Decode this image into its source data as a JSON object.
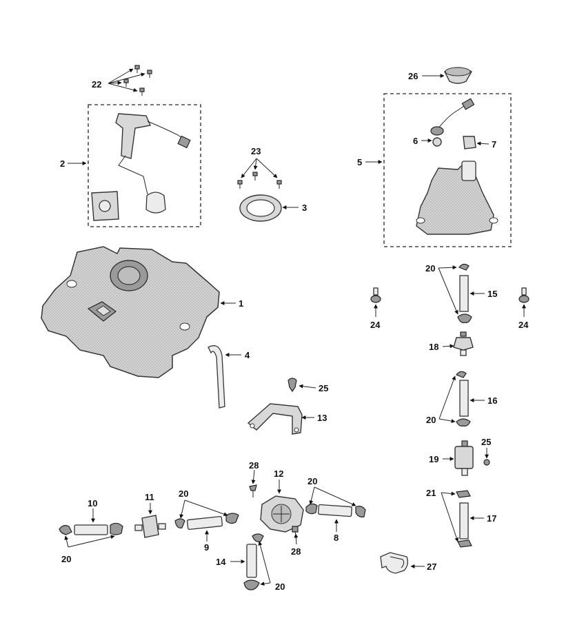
{
  "callouts": {
    "c1": "1",
    "c2": "2",
    "c3": "3",
    "c4": "4",
    "c5": "5",
    "c6": "6",
    "c7": "7",
    "c8": "8",
    "c9": "9",
    "c10": "10",
    "c11": "11",
    "c12": "12",
    "c13": "13",
    "c14": "14",
    "c15": "15",
    "c16": "16",
    "c17": "17",
    "c18": "18",
    "c19": "19",
    "c20a": "20",
    "c20b": "20",
    "c20c": "20",
    "c20d": "20",
    "c20e": "20",
    "c20f": "20",
    "c21": "21",
    "c22": "22",
    "c23": "23",
    "c24a": "24",
    "c24b": "24",
    "c25a": "25",
    "c25b": "25",
    "c26": "26",
    "c27": "27",
    "c28a": "28",
    "c28b": "28"
  },
  "colors": {
    "part_fill": "#d8d8d8",
    "part_dark": "#9a9a9a",
    "line": "#222222",
    "background": "#ffffff"
  }
}
